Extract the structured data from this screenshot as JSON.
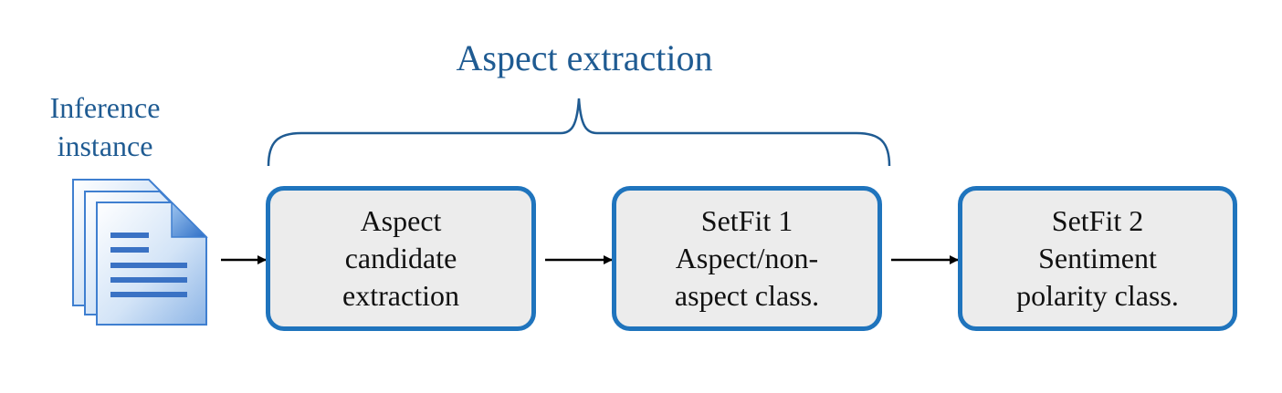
{
  "diagram": {
    "title": "Aspect extraction",
    "input": {
      "label_lines": [
        "Inference",
        "instance"
      ],
      "icon": "document-stack-icon"
    },
    "steps": [
      {
        "id": "aspect-candidate-extraction",
        "lines": [
          "Aspect",
          "candidate",
          "extraction"
        ]
      },
      {
        "id": "setfit-1",
        "lines": [
          "SetFit 1",
          "Aspect/non-",
          "aspect class."
        ]
      },
      {
        "id": "setfit-2",
        "lines": [
          "SetFit 2",
          "Sentiment",
          "polarity class."
        ]
      }
    ],
    "colors": {
      "accent": "#1f5b92",
      "box_border": "#1f74bd",
      "box_fill": "#ececec",
      "text": "#111111",
      "arrow": "#000000"
    }
  }
}
